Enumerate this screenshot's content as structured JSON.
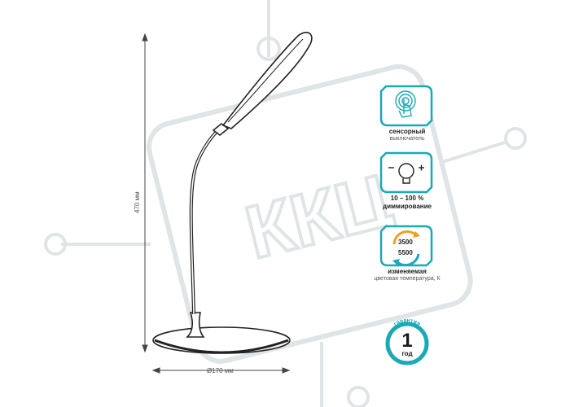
{
  "dimensions": {
    "height_label": "470 мм",
    "diameter_label": "Ø170 мм"
  },
  "watermark": {
    "text": "ККЦ"
  },
  "features": [
    {
      "id": "touch",
      "icon": "touch-finger-icon",
      "label": "сенсорный",
      "sublabel": "выключатель"
    },
    {
      "id": "dimming",
      "icon": "bulb-dimming-icon",
      "label": "10 – 100 %",
      "sublabel": "диммирование"
    },
    {
      "id": "color-temp",
      "icon": "color-temperature-icon",
      "label": "изменяемая",
      "sublabel": "цветовая температура, К",
      "value_high": "3500",
      "value_low": "5500"
    }
  ],
  "warranty": {
    "number": "1",
    "unit": "год",
    "arc_text": "гарантия"
  },
  "colors": {
    "accent_teal": "#1aa9b5",
    "accent_orange": "#f0a020",
    "lamp_stroke": "#222222",
    "watermark": "#c8d0d6"
  }
}
